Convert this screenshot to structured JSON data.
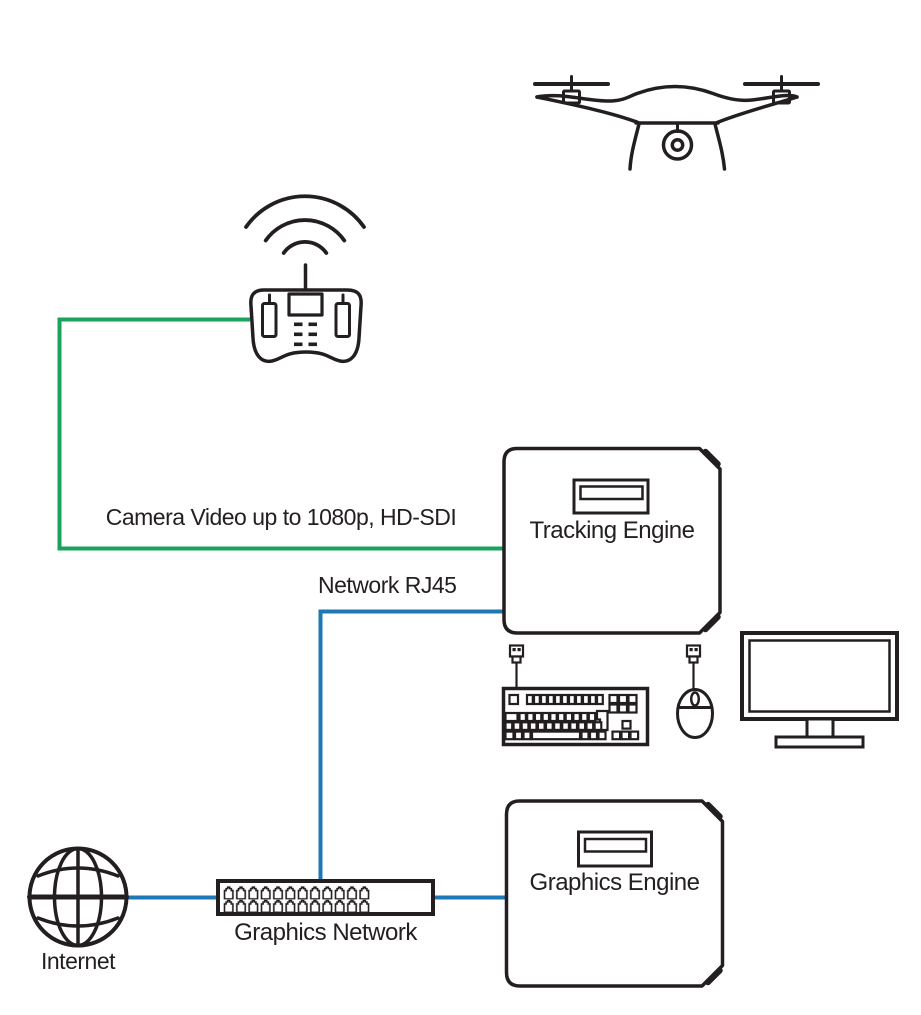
{
  "diagram": {
    "colors": {
      "ink": "#231F20",
      "video_link": "#1AA35C",
      "network_link": "#1F78B6"
    },
    "nodes": {
      "drone": {
        "icon": "drone-icon"
      },
      "remote_controller": {
        "icon": "remote-controller-icon"
      },
      "tracking_engine": {
        "label": "Tracking Engine",
        "icon": "engine-box-icon"
      },
      "graphics_engine": {
        "label": "Graphics Engine",
        "icon": "engine-box-icon"
      },
      "network_switch": {
        "label": "Graphics Network",
        "icon": "network-switch-icon"
      },
      "internet": {
        "label": "Internet",
        "icon": "globe-icon"
      },
      "keyboard": {
        "icon": "keyboard-icon"
      },
      "mouse": {
        "icon": "mouse-icon"
      },
      "monitor": {
        "icon": "monitor-icon"
      }
    },
    "connections": {
      "camera_video": {
        "label": "Camera Video up to 1080p, HD-SDI",
        "color": "#1AA35C",
        "from": "remote_controller",
        "to": "tracking_engine"
      },
      "network_rj45": {
        "label": "Network RJ45",
        "color": "#1F78B6",
        "from": "tracking_engine",
        "to": "network_switch"
      },
      "internet_to_switch": {
        "color": "#1F78B6",
        "from": "internet",
        "to": "network_switch"
      },
      "switch_to_graphics": {
        "color": "#1F78B6",
        "from": "network_switch",
        "to": "graphics_engine"
      }
    }
  }
}
